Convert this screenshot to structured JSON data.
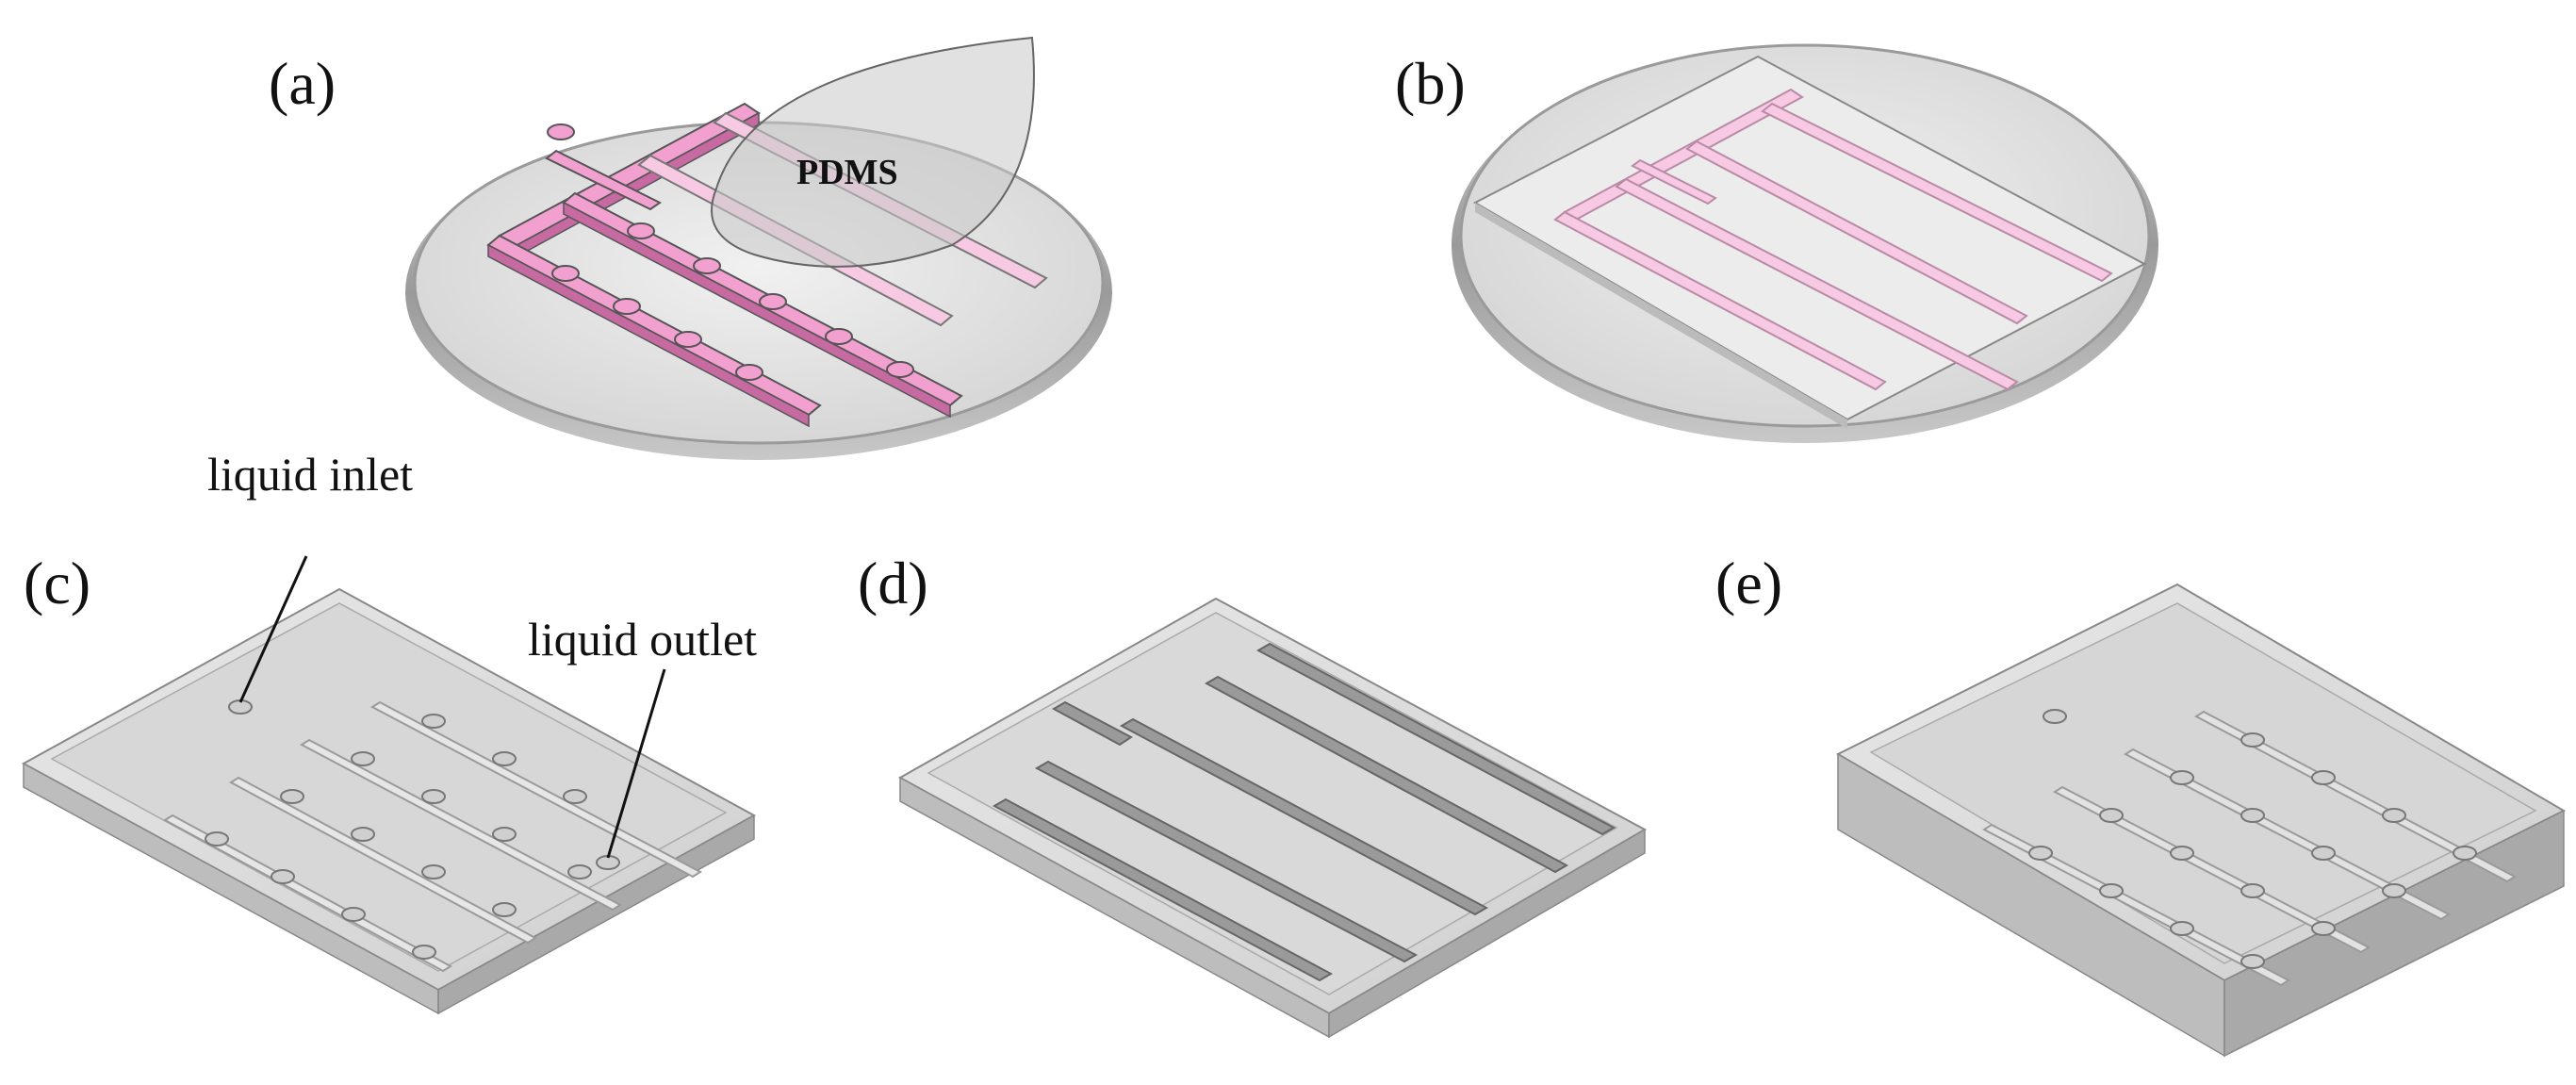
{
  "panels": {
    "a": {
      "label": "(a)",
      "film_label": "PDMS"
    },
    "b": {
      "label": "(b)"
    },
    "c": {
      "label": "(c)",
      "inlet_label": "liquid inlet",
      "outlet_label": "liquid outlet"
    },
    "d": {
      "label": "(d)"
    },
    "e": {
      "label": "(e)"
    }
  },
  "colors": {
    "channel_fill": "#f2a0cf",
    "channel_side": "#c76aa2",
    "channel_faded": "#f7c9e3",
    "channel_faded_side": "#e0a6c7",
    "dish_outer": "#a9a9a9",
    "dish_inner": "#e3e3e3",
    "chip_top": "#dcdcdc",
    "chip_side_front": "#bdbdbd",
    "chip_side_right": "#a9a9a9"
  }
}
